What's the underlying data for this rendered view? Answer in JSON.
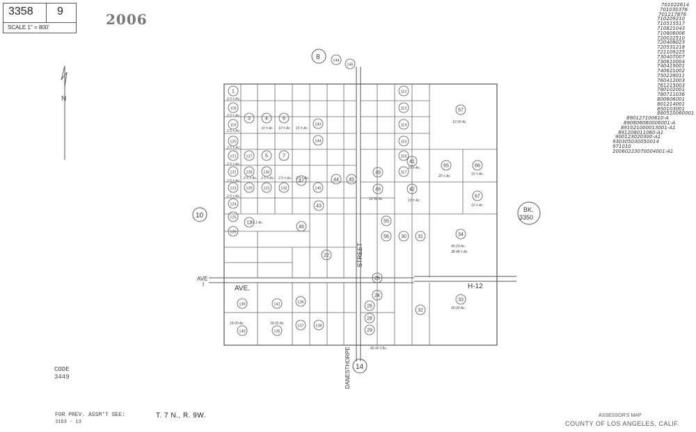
{
  "header": {
    "book_number": "3358",
    "page_number": "9",
    "scale_label": "SCALE 1\" = 800'",
    "year": "2006"
  },
  "township": "T. 7 N., R. 9W.",
  "code_label": "CODE",
  "code_value": "3449",
  "prev_assmt": {
    "label": "FOR PREV. ASSM'T SEE:",
    "value": "3163 - 13"
  },
  "footer": {
    "line1": "ASSESSOR'S MAP",
    "line2": "COUNTY OF LOS ANGELES, CALIF."
  },
  "north_label": "N",
  "adjacent": {
    "top": "8",
    "left": "10",
    "bottom": "14",
    "right_bk": "BK.",
    "right_num": "3350"
  },
  "streets": {
    "avenue": "AVE.",
    "avenue_num": "I",
    "h12": "H-12",
    "danesthorpe": "DANESTHORPE",
    "street_vertical": "STREET"
  },
  "change_log": [
    "701022614",
    "701030376",
    "701217876",
    "710209210",
    "710515517",
    "710821043",
    "710806006",
    "720022510",
    "720408023",
    "720531218",
    "721109225",
    "730407007",
    "730610004",
    "740419001",
    "740621002",
    "750228011",
    "760412003",
    "761215003",
    "780102001",
    "780711036",
    "800606001",
    "801214001",
    "850103001",
    "880510060001",
    "890127100610-A",
    "890806080006001-A",
    "891021000013001-A1",
    "891208011060-A1",
    "900123020300-A1",
    "930305030050014",
    "971010",
    "20060223070004001-A1"
  ],
  "parcels": {
    "col1": [
      "1",
      "118",
      "119",
      "120",
      "121",
      "122",
      "123",
      "124",
      "125",
      "126"
    ],
    "col2": [
      "3",
      "127",
      "128",
      "129"
    ],
    "col3": [
      "4",
      "5",
      "130",
      "131"
    ],
    "col4": [
      "6",
      "7",
      "132"
    ],
    "block_nw_small": [
      "143",
      "144",
      "145"
    ],
    "north_strip": [
      "112",
      "113",
      "114",
      "115",
      "116",
      "117"
    ],
    "mid_left": [
      "13",
      "46",
      "47",
      "57"
    ],
    "big": [
      "57",
      "65",
      "66",
      "67",
      "41",
      "42",
      "44",
      "45",
      "43",
      "48",
      "49"
    ],
    "upper_right_labels": [
      "55",
      "56",
      "57"
    ],
    "south": [
      "139",
      "140",
      "141",
      "135",
      "136",
      "137",
      "138",
      "22",
      "25",
      "24",
      "26",
      "28",
      "29",
      "30",
      "31",
      "32",
      "33",
      "34"
    ]
  },
  "acreage": {
    "a1": "2.5 ± Ac.",
    "a2": "10 ± Ac.",
    "a3": "20 ± Ac.",
    "a4": "10.1 Ac.",
    "a5": "40.00 Ac.",
    "a6": "80.40 Cbs.",
    "a7": "38.48 ± Ac.",
    "a8": "10.00 Ac.",
    "a9": "12.50 Ac.",
    "a10": "18.00 Ac."
  },
  "colors": {
    "line": "#555555",
    "text": "#333333",
    "faint": "#888888"
  }
}
